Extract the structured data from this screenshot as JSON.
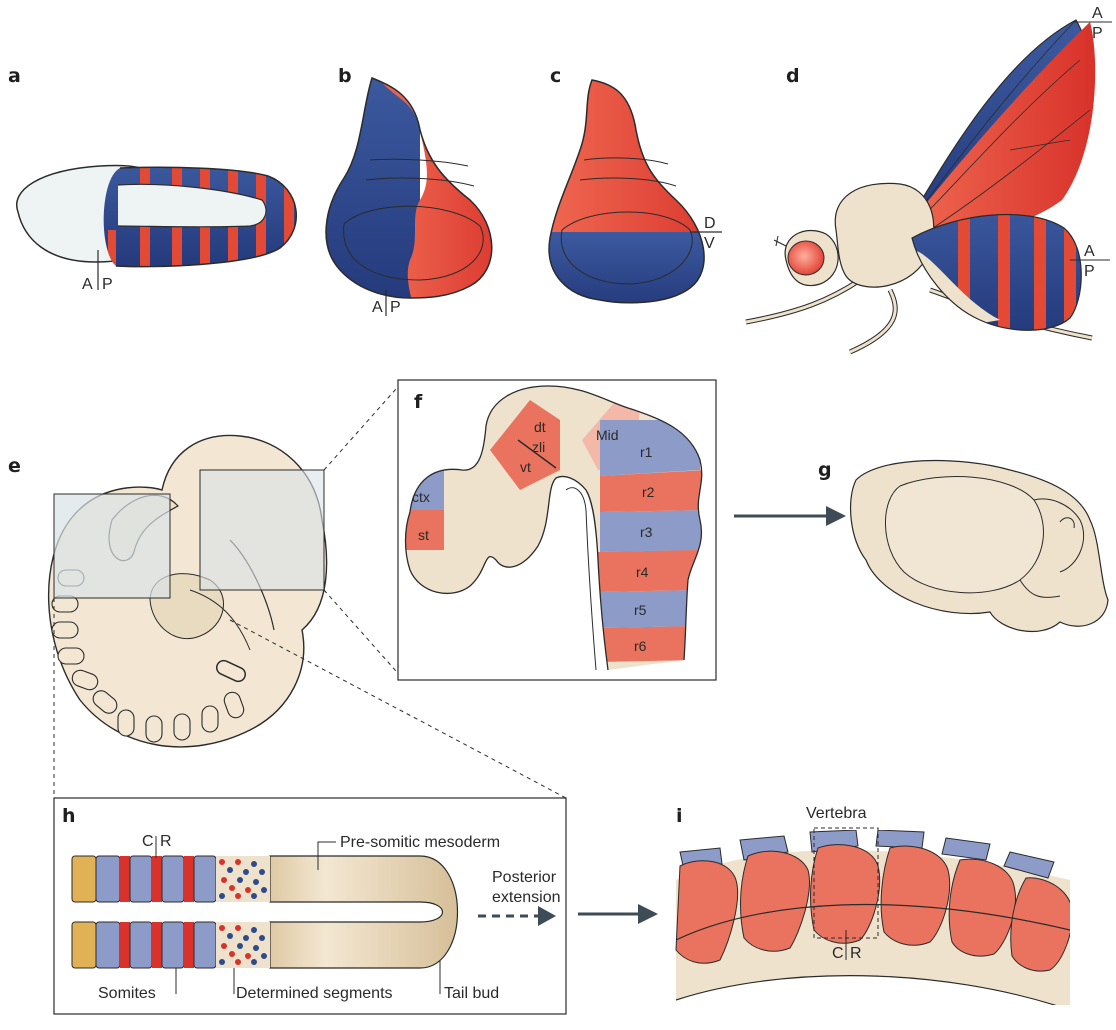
{
  "panels": {
    "a": "a",
    "b": "b",
    "c": "c",
    "d": "d",
    "e": "e",
    "f": "f",
    "g": "g",
    "h": "h",
    "i": "i"
  },
  "axes": {
    "anterior": "A",
    "posterior": "P",
    "dorsal": "D",
    "ventral": "V",
    "caudal": "C",
    "rostral": "R"
  },
  "brain_regions": {
    "ctx": "ctx",
    "st": "st",
    "dt": "dt",
    "zli": "zli",
    "vt": "vt",
    "mid": "Mid",
    "rhombomeres": [
      "r1",
      "r2",
      "r3",
      "r4",
      "r5",
      "r6"
    ]
  },
  "somite_labels": {
    "psm": "Pre-somitic mesoderm",
    "posterior_1": "Posterior",
    "posterior_2": "extension",
    "somites": "Somites",
    "determined": "Determined segments",
    "tail_bud": "Tail bud"
  },
  "vertebra_label": "Vertebra",
  "colors": {
    "anterior_blue": "#2e4a8b",
    "posterior_red": "#e2402f",
    "light_blue": "#8d9bc9",
    "salmon": "#e9735e",
    "tissue": "#efe2cc",
    "inset_bg": "#e4e9ec",
    "arrow": "#3d4c57"
  }
}
